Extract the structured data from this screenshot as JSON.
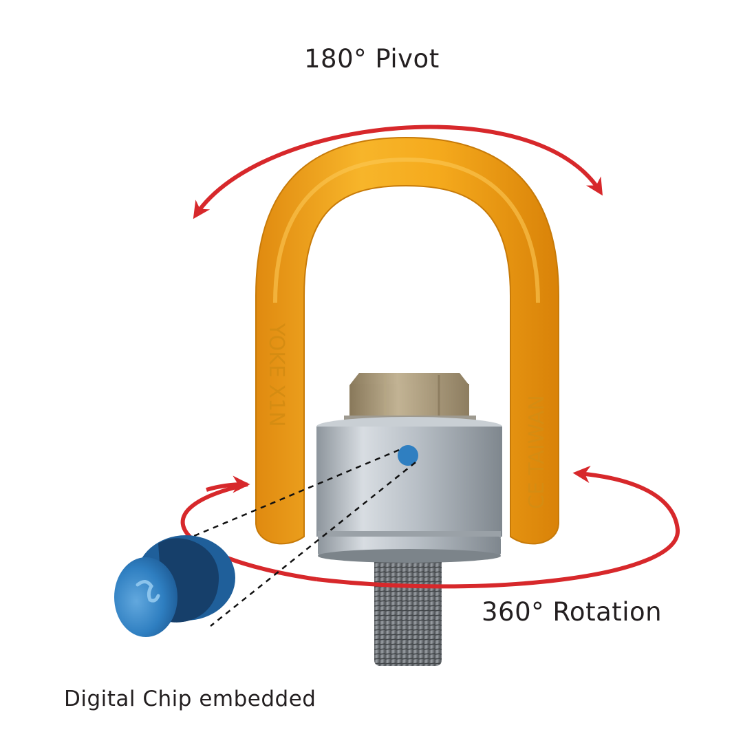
{
  "labels": {
    "pivot": "180° Pivot",
    "rotation": "360° Rotation",
    "chip": "Digital Chip embedded"
  },
  "engraving": {
    "left": "YOKE X1N",
    "right": "CE TAIWAN"
  },
  "colors": {
    "shackle": "#f3a81c",
    "arrow": "#d7282b",
    "chip": "#2f7fc1",
    "body": "#b9c0c6",
    "nut": "#a8987a",
    "text": "#231f20"
  }
}
